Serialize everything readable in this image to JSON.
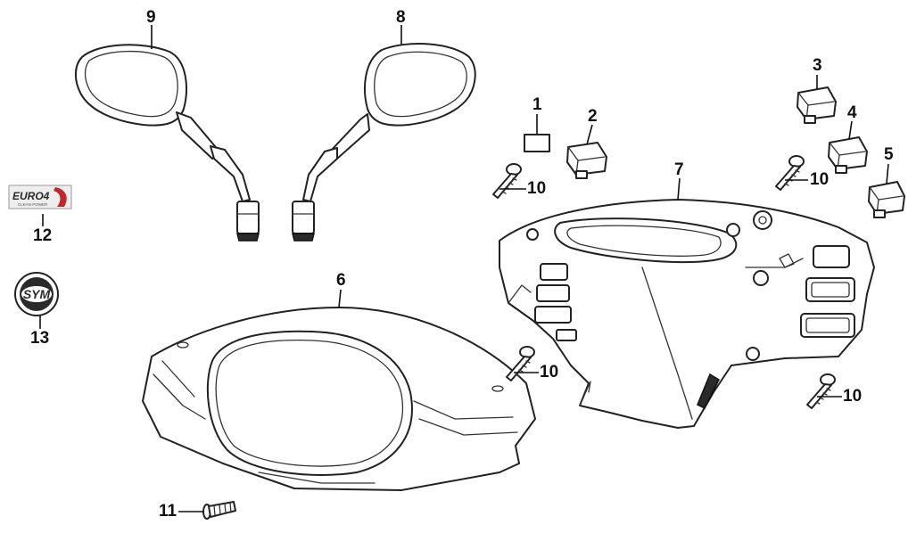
{
  "diagram": {
    "callouts": [
      {
        "id": "c1",
        "label": "1"
      },
      {
        "id": "c2",
        "label": "2"
      },
      {
        "id": "c3",
        "label": "3"
      },
      {
        "id": "c4",
        "label": "4"
      },
      {
        "id": "c5",
        "label": "5"
      },
      {
        "id": "c6",
        "label": "6"
      },
      {
        "id": "c7",
        "label": "7"
      },
      {
        "id": "c8",
        "label": "8"
      },
      {
        "id": "c9",
        "label": "9"
      },
      {
        "id": "c10a",
        "label": "10"
      },
      {
        "id": "c10b",
        "label": "10"
      },
      {
        "id": "c10c",
        "label": "10"
      },
      {
        "id": "c10d",
        "label": "10"
      },
      {
        "id": "c11",
        "label": "11"
      },
      {
        "id": "c12",
        "label": "12"
      },
      {
        "id": "c13",
        "label": "13"
      }
    ],
    "emblems": {
      "euro4_badge": {
        "main_text": "EURO4",
        "sub_text": "CLEAN POWER"
      },
      "sym_logo": {
        "text": "SYM"
      }
    }
  },
  "colors": {
    "line": "#222222",
    "background": "#ffffff",
    "emblem_dark": "#2a2a2a",
    "emblem_red": "#c0282d"
  }
}
